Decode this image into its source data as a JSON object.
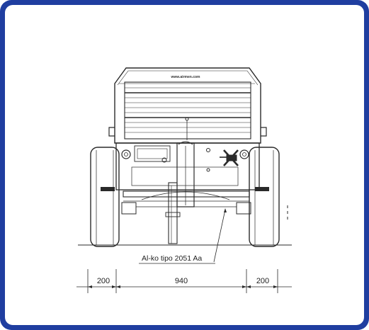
{
  "frame": {
    "border_color": "#1f3ea0",
    "background": "#ffffff"
  },
  "drawing": {
    "website": "www.airmen.com",
    "part_label": "Al-ko tipo 2051 Aa",
    "dimensions": {
      "left_track": "200",
      "center_width": "940",
      "right_track": "200"
    }
  }
}
